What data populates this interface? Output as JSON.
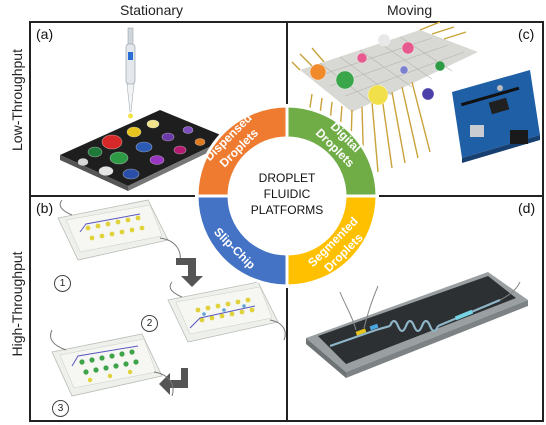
{
  "columns": {
    "left": "Stationary",
    "right": "Moving"
  },
  "rows": {
    "top": "Low-Throughput",
    "bottom": "High-Throughput"
  },
  "panels": {
    "a": "(a)",
    "b": "(b)",
    "c": "(c)",
    "d": "(d)"
  },
  "steps": [
    "1",
    "2",
    "3"
  ],
  "center": {
    "line1": "DROPLET",
    "line2": "FLUIDIC",
    "line3": "PLATFORMS"
  },
  "quadrants": {
    "top_left": {
      "line1": "Dispensed",
      "line2": "Droplets",
      "color": "#ee7b30"
    },
    "top_right": {
      "line1": "Digital",
      "line2": "Droplets",
      "color": "#70ad47"
    },
    "bottom_left": {
      "line1": "Slip-Chip",
      "color": "#4472c4"
    },
    "bottom_right": {
      "line1": "Segmented",
      "line2": "Droplets",
      "color": "#ffc000"
    }
  }
}
